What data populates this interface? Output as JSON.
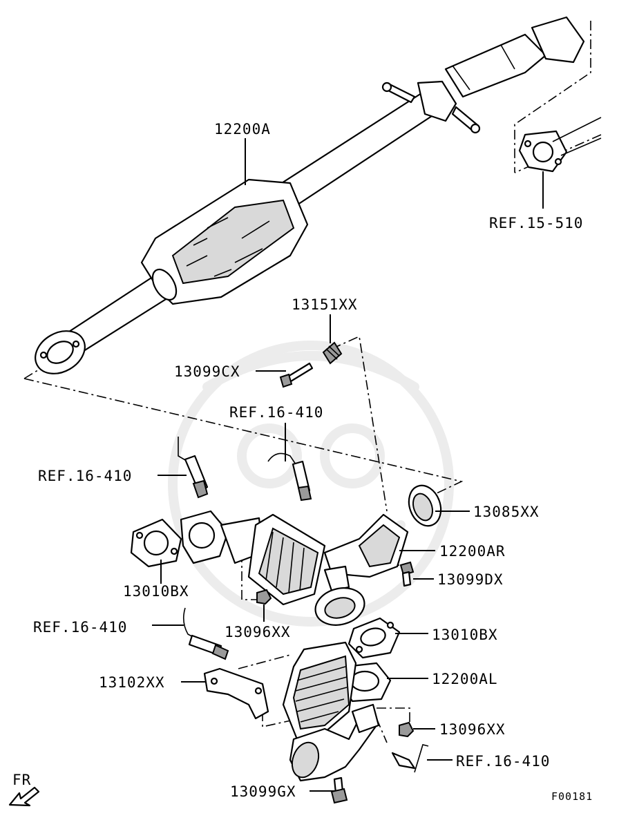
{
  "labels": {
    "p12200A": "12200A",
    "ref15510": "REF.15-510",
    "p13151XX": "13151XX",
    "p13099CX": "13099CX",
    "ref16410a": "REF.16-410",
    "ref16410b": "REF.16-410",
    "p13085XX": "13085XX",
    "p12200AR": "12200AR",
    "p13099DX": "13099DX",
    "p13010BXa": "13010BX",
    "p13096XXa": "13096XX",
    "ref16410c": "REF.16-410",
    "p13010BXb": "13010BX",
    "p12200AL": "12200AL",
    "p13102XX": "13102XX",
    "p13096XXb": "13096XX",
    "ref16410d": "REF.16-410",
    "p13099GX": "13099GX"
  },
  "fr_label": "FR",
  "figure_code": "F00181"
}
